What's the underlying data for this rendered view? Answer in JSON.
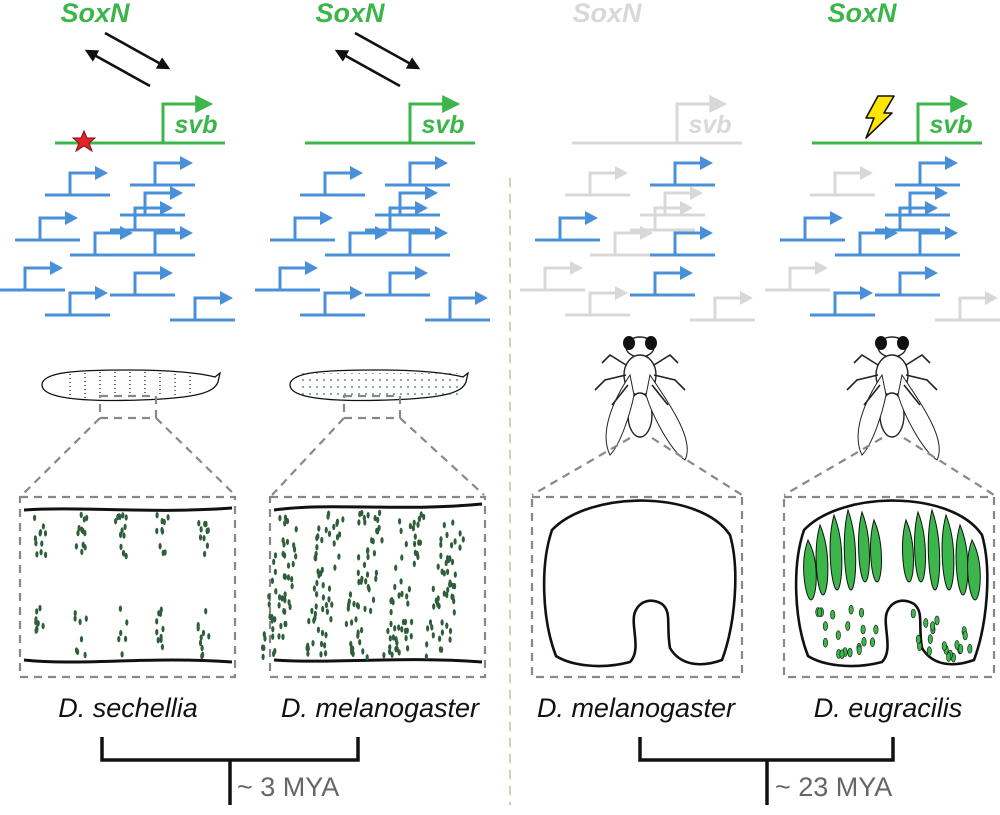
{
  "colors": {
    "active_green": "#3cb64a",
    "inactive_gray": "#d8d8d8",
    "target_blue": "#4a90d9",
    "dark_green": "#2e5e3a",
    "star_red": "#e8202a",
    "bolt_yellow": "#ffe600",
    "divider": "#d8cbb8",
    "dash_gray": "#888888",
    "mya_text": "#666666"
  },
  "panels": [
    {
      "regulator": "SoxN",
      "target": "svb",
      "species": "D. sechellia",
      "active": true,
      "marker": "red-star",
      "tissue": "larval-cuticle-sparse"
    },
    {
      "regulator": "SoxN",
      "target": "svb",
      "species": "D. melanogaster",
      "active": true,
      "marker": "none",
      "tissue": "larval-cuticle-dense"
    },
    {
      "regulator": "SoxN",
      "target": "svb",
      "species": "D. melanogaster",
      "active": false,
      "marker": "none",
      "tissue": "adult-terminalia-bare"
    },
    {
      "regulator": "SoxN",
      "target": "svb",
      "species": "D. eugracilis",
      "active": true,
      "marker": "lightning-bolt",
      "tissue": "adult-terminalia-spiny"
    }
  ],
  "comparisons": [
    {
      "label": "~ 3 MYA"
    },
    {
      "label": "~ 23 MYA"
    }
  ]
}
